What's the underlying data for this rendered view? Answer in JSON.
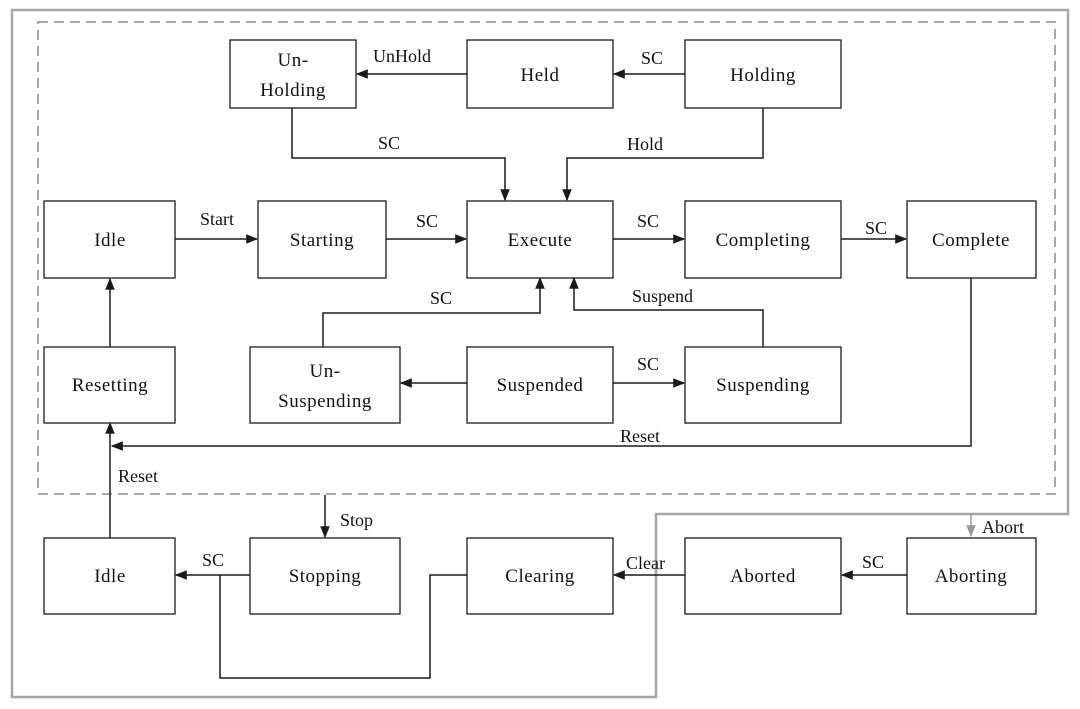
{
  "states": {
    "unholding": [
      "Un-",
      "Holding"
    ],
    "held": "Held",
    "holding": "Holding",
    "idle_top": "Idle",
    "starting": "Starting",
    "execute": "Execute",
    "completing": "Completing",
    "complete": "Complete",
    "resetting": "Resetting",
    "unsuspending": [
      "Un-",
      "Suspending"
    ],
    "suspended": "Suspended",
    "suspending": "Suspending",
    "idle_bottom": "Idle",
    "stopping": "Stopping",
    "clearing": "Clearing",
    "aborted": "Aborted",
    "aborting": "Aborting"
  },
  "transitions": {
    "unhold": "UnHold",
    "held_sc": "SC",
    "unholding_sc": "SC",
    "hold": "Hold",
    "start": "Start",
    "starting_sc": "SC",
    "execute_sc": "SC",
    "completing_sc": "SC",
    "unsuspending_sc": "SC",
    "suspend": "Suspend",
    "suspending_sc": "SC",
    "reset_complete": "Reset",
    "reset_idle": "Reset",
    "stop": "Stop",
    "stopping_sc": "SC",
    "clear": "Clear",
    "aborting_sc": "SC",
    "abort": "Abort"
  },
  "colors": {
    "line": "#1a1a1a",
    "frame": "#a6a6a6",
    "background": "#ffffff"
  }
}
